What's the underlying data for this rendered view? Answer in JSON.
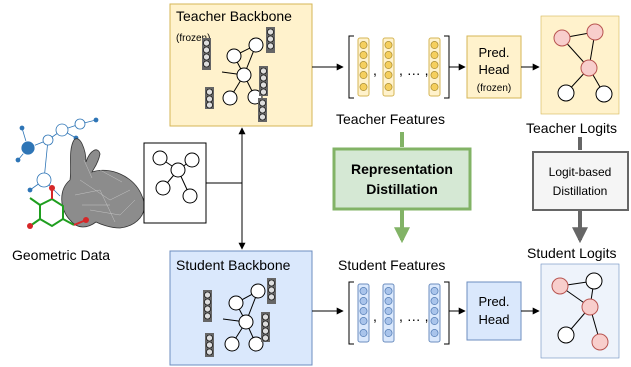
{
  "teacher_backbone": {
    "title": "Teacher Backbone",
    "subtitle": "(frozen)"
  },
  "student_backbone": {
    "title": "Student Backbone"
  },
  "teacher_features": {
    "label": "Teacher Features",
    "sep1": ",",
    "sep2": ", … ,"
  },
  "student_features": {
    "label": "Student Features",
    "sep1": ",",
    "sep2": ", … ,"
  },
  "teacher_head": {
    "line1": "Pred.",
    "line2": "Head",
    "line3": "(frozen)"
  },
  "student_head": {
    "line1": "Pred.",
    "line2": "Head"
  },
  "teacher_logits": {
    "label": "Teacher Logits"
  },
  "student_logits": {
    "label": "Student Logits"
  },
  "representation_distillation": {
    "line1": "Representation",
    "line2": "Distillation"
  },
  "logit_distillation": {
    "line1": "Logit-based",
    "line2": "Distillation"
  },
  "geometric_data": {
    "label": "Geometric Data"
  },
  "colors": {
    "teacher_fill": "#fff2cc",
    "teacher_border": "#d6b656",
    "student_fill": "#dae8fc",
    "student_border": "#6c8ebf",
    "green_fill": "#d5e8d4",
    "green_border": "#82b366",
    "pink_node": "#f8cecc",
    "pink_border": "#b85450"
  }
}
